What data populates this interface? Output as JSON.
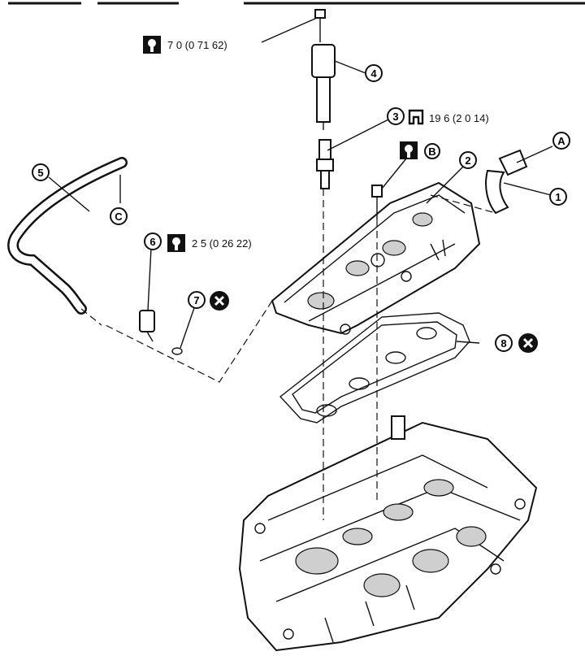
{
  "callouts": {
    "c1": "1",
    "c2": "2",
    "c3": "3",
    "c4": "4",
    "c5": "5",
    "c6": "6",
    "c7": "7",
    "c8": "8"
  },
  "refs": {
    "a": "A",
    "b": "B",
    "c": "C"
  },
  "torques": {
    "coil_bolt": "7 0 (0 71  62)",
    "spark_plug": "19 6 (2 0  14)",
    "sensor": "2 5 (0 26  22)"
  },
  "icons": {
    "torque_wrench": "torque-wrench-icon",
    "socket": "socket-icon",
    "do_not_reuse": "do-not-reuse-icon"
  },
  "colors": {
    "line": "#111111",
    "background": "#ffffff"
  }
}
